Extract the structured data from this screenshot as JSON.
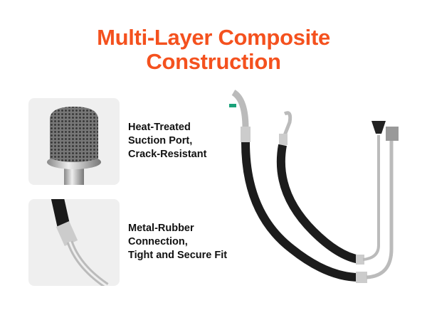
{
  "title": {
    "line1": "Multi-Layer Composite",
    "line2": "Construction"
  },
  "features": [
    {
      "lines": [
        "Heat-Treated",
        "Suction Port,",
        "Crack-Resistant"
      ]
    },
    {
      "lines": [
        "Metal-Rubber",
        "Connection,",
        "Tight and Secure Fit"
      ]
    }
  ],
  "colors": {
    "accent": "#f4511e",
    "panel": "#efefef"
  }
}
